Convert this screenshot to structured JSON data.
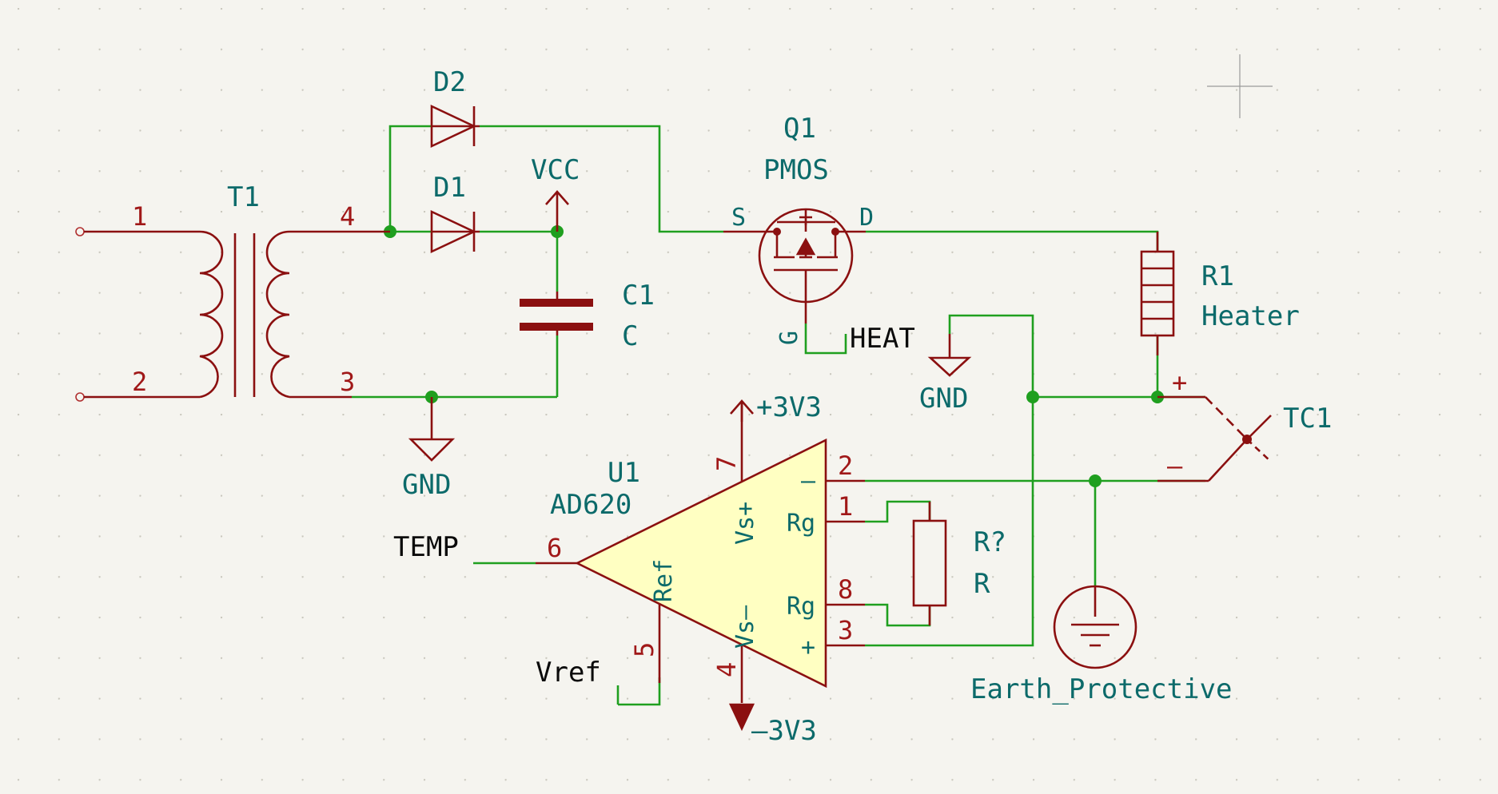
{
  "schematic": {
    "transformer": {
      "ref": "T1",
      "pins": [
        "1",
        "2",
        "4",
        "3"
      ]
    },
    "diode_d2": {
      "ref": "D2"
    },
    "diode_d1": {
      "ref": "D1"
    },
    "capacitor": {
      "ref": "C1",
      "value": "C"
    },
    "mosfet": {
      "ref": "Q1",
      "value": "PMOS",
      "pin_s": "S",
      "pin_d": "D",
      "pin_g": "G"
    },
    "heater": {
      "ref": "R1",
      "value": "Heater"
    },
    "thermocouple": {
      "ref": "TC1",
      "plus": "+",
      "minus": "–"
    },
    "opamp": {
      "ref": "U1",
      "value": "AD620",
      "pins": {
        "vs_plus_num": "7",
        "vs_minus_num": "4",
        "out_num": "6",
        "ref_num": "5",
        "in_minus_num": "2",
        "rg1_num": "1",
        "rg8_num": "8",
        "in_plus_num": "3"
      },
      "pin_names": {
        "vs_plus": "Vs+",
        "vs_minus": "Vs–",
        "ref": "Ref",
        "rg_a": "Rg",
        "rg_b": "Rg",
        "in_minus": "–",
        "in_plus": "+"
      }
    },
    "gain_resistor": {
      "ref": "R?",
      "value": "R"
    },
    "power": {
      "vcc": "VCC",
      "gnd_1": "GND",
      "gnd_2": "GND",
      "p3v3": "+3V3",
      "m3v3": "–3V3",
      "earth": "Earth_Protective"
    },
    "labels": {
      "heat": "HEAT",
      "temp": "TEMP",
      "vref": "Vref"
    }
  }
}
